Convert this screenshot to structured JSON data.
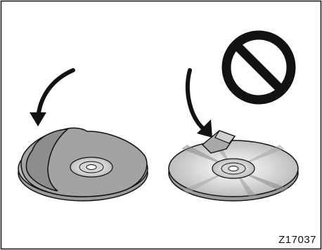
{
  "figure": {
    "id_label": "Z17037"
  },
  "panels": {
    "left": {
      "subject": "cd-disc-with-sticker"
    },
    "right": {
      "subject": "cd-disc-with-label-tab"
    }
  },
  "symbols": {
    "prohibited_icon": "prohibition-icon",
    "arrow_icon": "curved-arrow-icon"
  },
  "colors": {
    "ink": "#111111",
    "disc_gray": "#b8b8b8",
    "sticker_gray": "#9a9a9a",
    "tab_gray": "#a8a8a8",
    "paper": "#ffffff"
  }
}
